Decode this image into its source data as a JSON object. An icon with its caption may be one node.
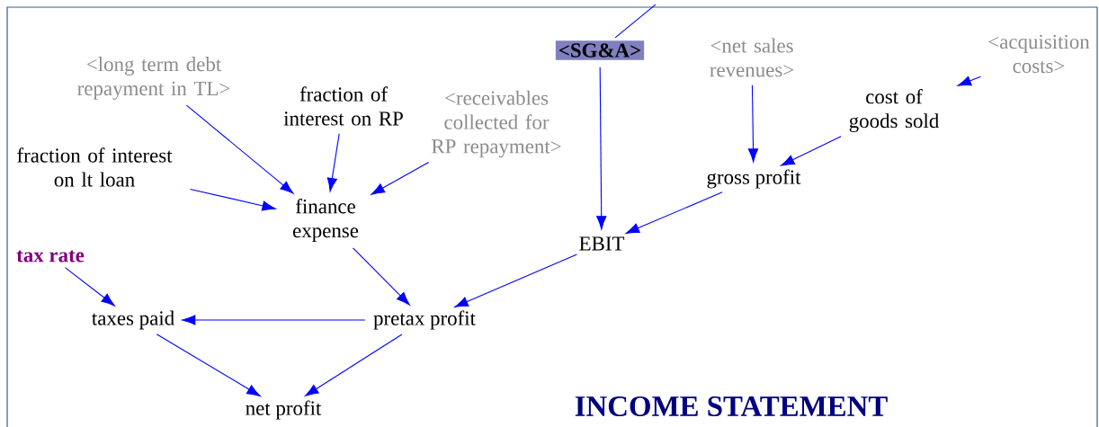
{
  "diagram": {
    "title": "INCOME STATEMENT",
    "nodes": [
      {
        "text": [
          "<long term debt repayment in TL>"
        ]
      },
      {
        "text": [
          "fraction of interest on RP"
        ]
      },
      {
        "text": [
          "<receivables collected for RP repayment>"
        ]
      },
      {
        "text": [
          "fraction of interest on lt loan"
        ]
      },
      {
        "text": [
          "finance expense"
        ]
      },
      {
        "text": [
          "<SG&A>"
        ]
      },
      {
        "text": [
          "<net sales revenues>"
        ]
      },
      {
        "text": [
          "<acquisition costs>"
        ]
      },
      {
        "text": [
          "cost of goods sold"
        ]
      },
      {
        "text": [
          "gross profit"
        ]
      },
      {
        "text": [
          "EBIT"
        ]
      },
      {
        "text": [
          "tax rate"
        ]
      },
      {
        "text": [
          "taxes paid"
        ]
      },
      {
        "text": [
          "pretax profit"
        ]
      },
      {
        "text": [
          "net profit"
        ]
      }
    ],
    "edges": [
      {
        "from": 0,
        "to": 4,
        "arrow": "to"
      },
      {
        "from": 1,
        "to": 4,
        "arrow": "to"
      },
      {
        "from": 2,
        "to": 4,
        "arrow": "to"
      },
      {
        "from": 3,
        "to": 4,
        "arrow": "to"
      },
      {
        "from": null,
        "to": 5,
        "arrow": "none"
      },
      {
        "from": 5,
        "to": 10,
        "arrow": "to"
      },
      {
        "from": 6,
        "to": 9,
        "arrow": "to"
      },
      {
        "from": 7,
        "to": 8,
        "arrow": "to"
      },
      {
        "from": 8,
        "to": 9,
        "arrow": "to"
      },
      {
        "from": 9,
        "to": 10,
        "arrow": "to"
      },
      {
        "from": 10,
        "to": 13,
        "arrow": "to"
      },
      {
        "from": 4,
        "to": 13,
        "arrow": "to"
      },
      {
        "from": 11,
        "to": 12,
        "arrow": "to"
      },
      {
        "from": 13,
        "to": 12,
        "arrow": "to"
      },
      {
        "from": 12,
        "to": 14,
        "arrow": "to"
      },
      {
        "from": 13,
        "to": 14,
        "arrow": "to"
      }
    ]
  }
}
